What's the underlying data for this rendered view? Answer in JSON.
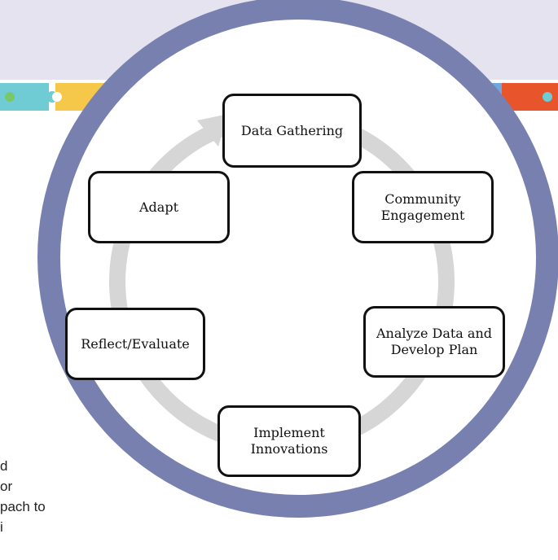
{
  "diagram": {
    "steps": [
      "Data Gathering",
      "Community Engagement",
      "Analyze Data and Develop Plan",
      "Implement Innovations",
      "Reflect/Evaluate",
      "Adapt"
    ]
  },
  "background_text": {
    "lines": [
      "d",
      "or",
      "pach to",
      "i"
    ]
  },
  "colors": {
    "band": "#e4e3ef",
    "ring": "#7880b0",
    "cycle_arrow": "#d6d6d6",
    "box_border": "#111111"
  }
}
